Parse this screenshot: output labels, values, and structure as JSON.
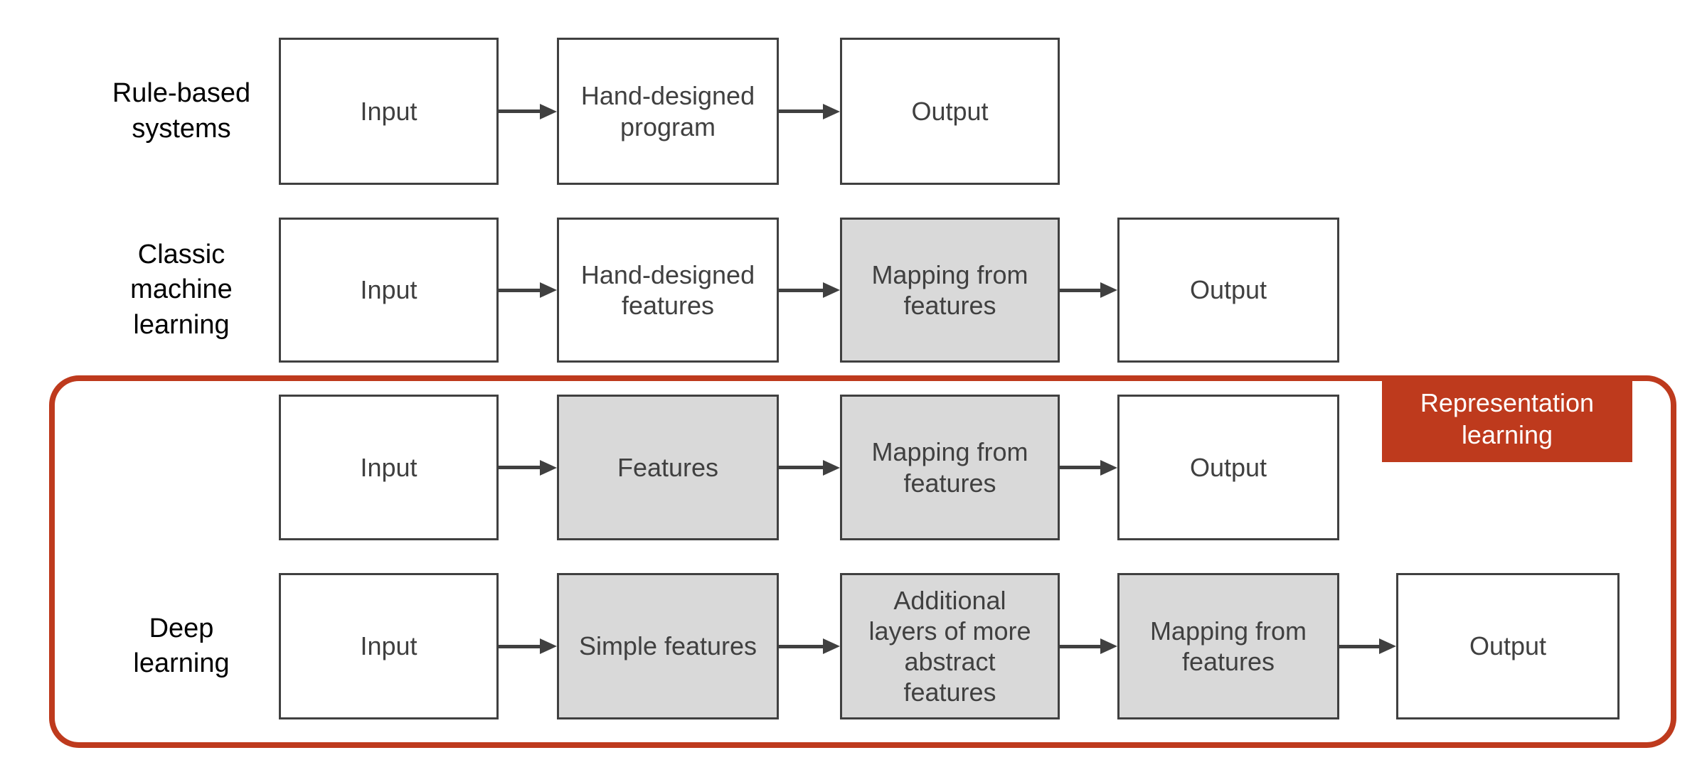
{
  "badge": {
    "lines": [
      "Representation",
      "learning"
    ]
  },
  "rows": [
    {
      "name": "rule-based-systems",
      "label_lines": [
        "Rule-based",
        "systems"
      ],
      "boxes": [
        {
          "lines": [
            "Input"
          ],
          "fill": "white"
        },
        {
          "lines": [
            "Hand-designed",
            "program"
          ],
          "fill": "white"
        },
        {
          "lines": [
            "Output"
          ],
          "fill": "white"
        }
      ]
    },
    {
      "name": "classic-machine-learning",
      "label_lines": [
        "Classic",
        "machine",
        "learning"
      ],
      "boxes": [
        {
          "lines": [
            "Input"
          ],
          "fill": "white"
        },
        {
          "lines": [
            "Hand-designed",
            "features"
          ],
          "fill": "white"
        },
        {
          "lines": [
            "Mapping from",
            "features"
          ],
          "fill": "gray"
        },
        {
          "lines": [
            "Output"
          ],
          "fill": "white"
        }
      ]
    },
    {
      "name": "representation-learning",
      "label_lines": [],
      "boxes": [
        {
          "lines": [
            "Input"
          ],
          "fill": "white"
        },
        {
          "lines": [
            "Features"
          ],
          "fill": "gray"
        },
        {
          "lines": [
            "Mapping from",
            "features"
          ],
          "fill": "gray"
        },
        {
          "lines": [
            "Output"
          ],
          "fill": "white"
        }
      ]
    },
    {
      "name": "deep-learning",
      "label_lines": [
        "Deep",
        "learning"
      ],
      "boxes": [
        {
          "lines": [
            "Input"
          ],
          "fill": "white"
        },
        {
          "lines": [
            "Simple features"
          ],
          "fill": "gray"
        },
        {
          "lines": [
            "Additional",
            "layers of more",
            "abstract",
            "features"
          ],
          "fill": "gray"
        },
        {
          "lines": [
            "Mapping from",
            "features"
          ],
          "fill": "gray"
        },
        {
          "lines": [
            "Output"
          ],
          "fill": "white"
        }
      ]
    }
  ],
  "colors": {
    "accent_red": "#be3a1d",
    "box_border": "#404040",
    "box_text": "#404040",
    "gray_fill": "#d9d9d9",
    "arrow": "#404040",
    "label_text": "#000000",
    "background": "#ffffff"
  }
}
